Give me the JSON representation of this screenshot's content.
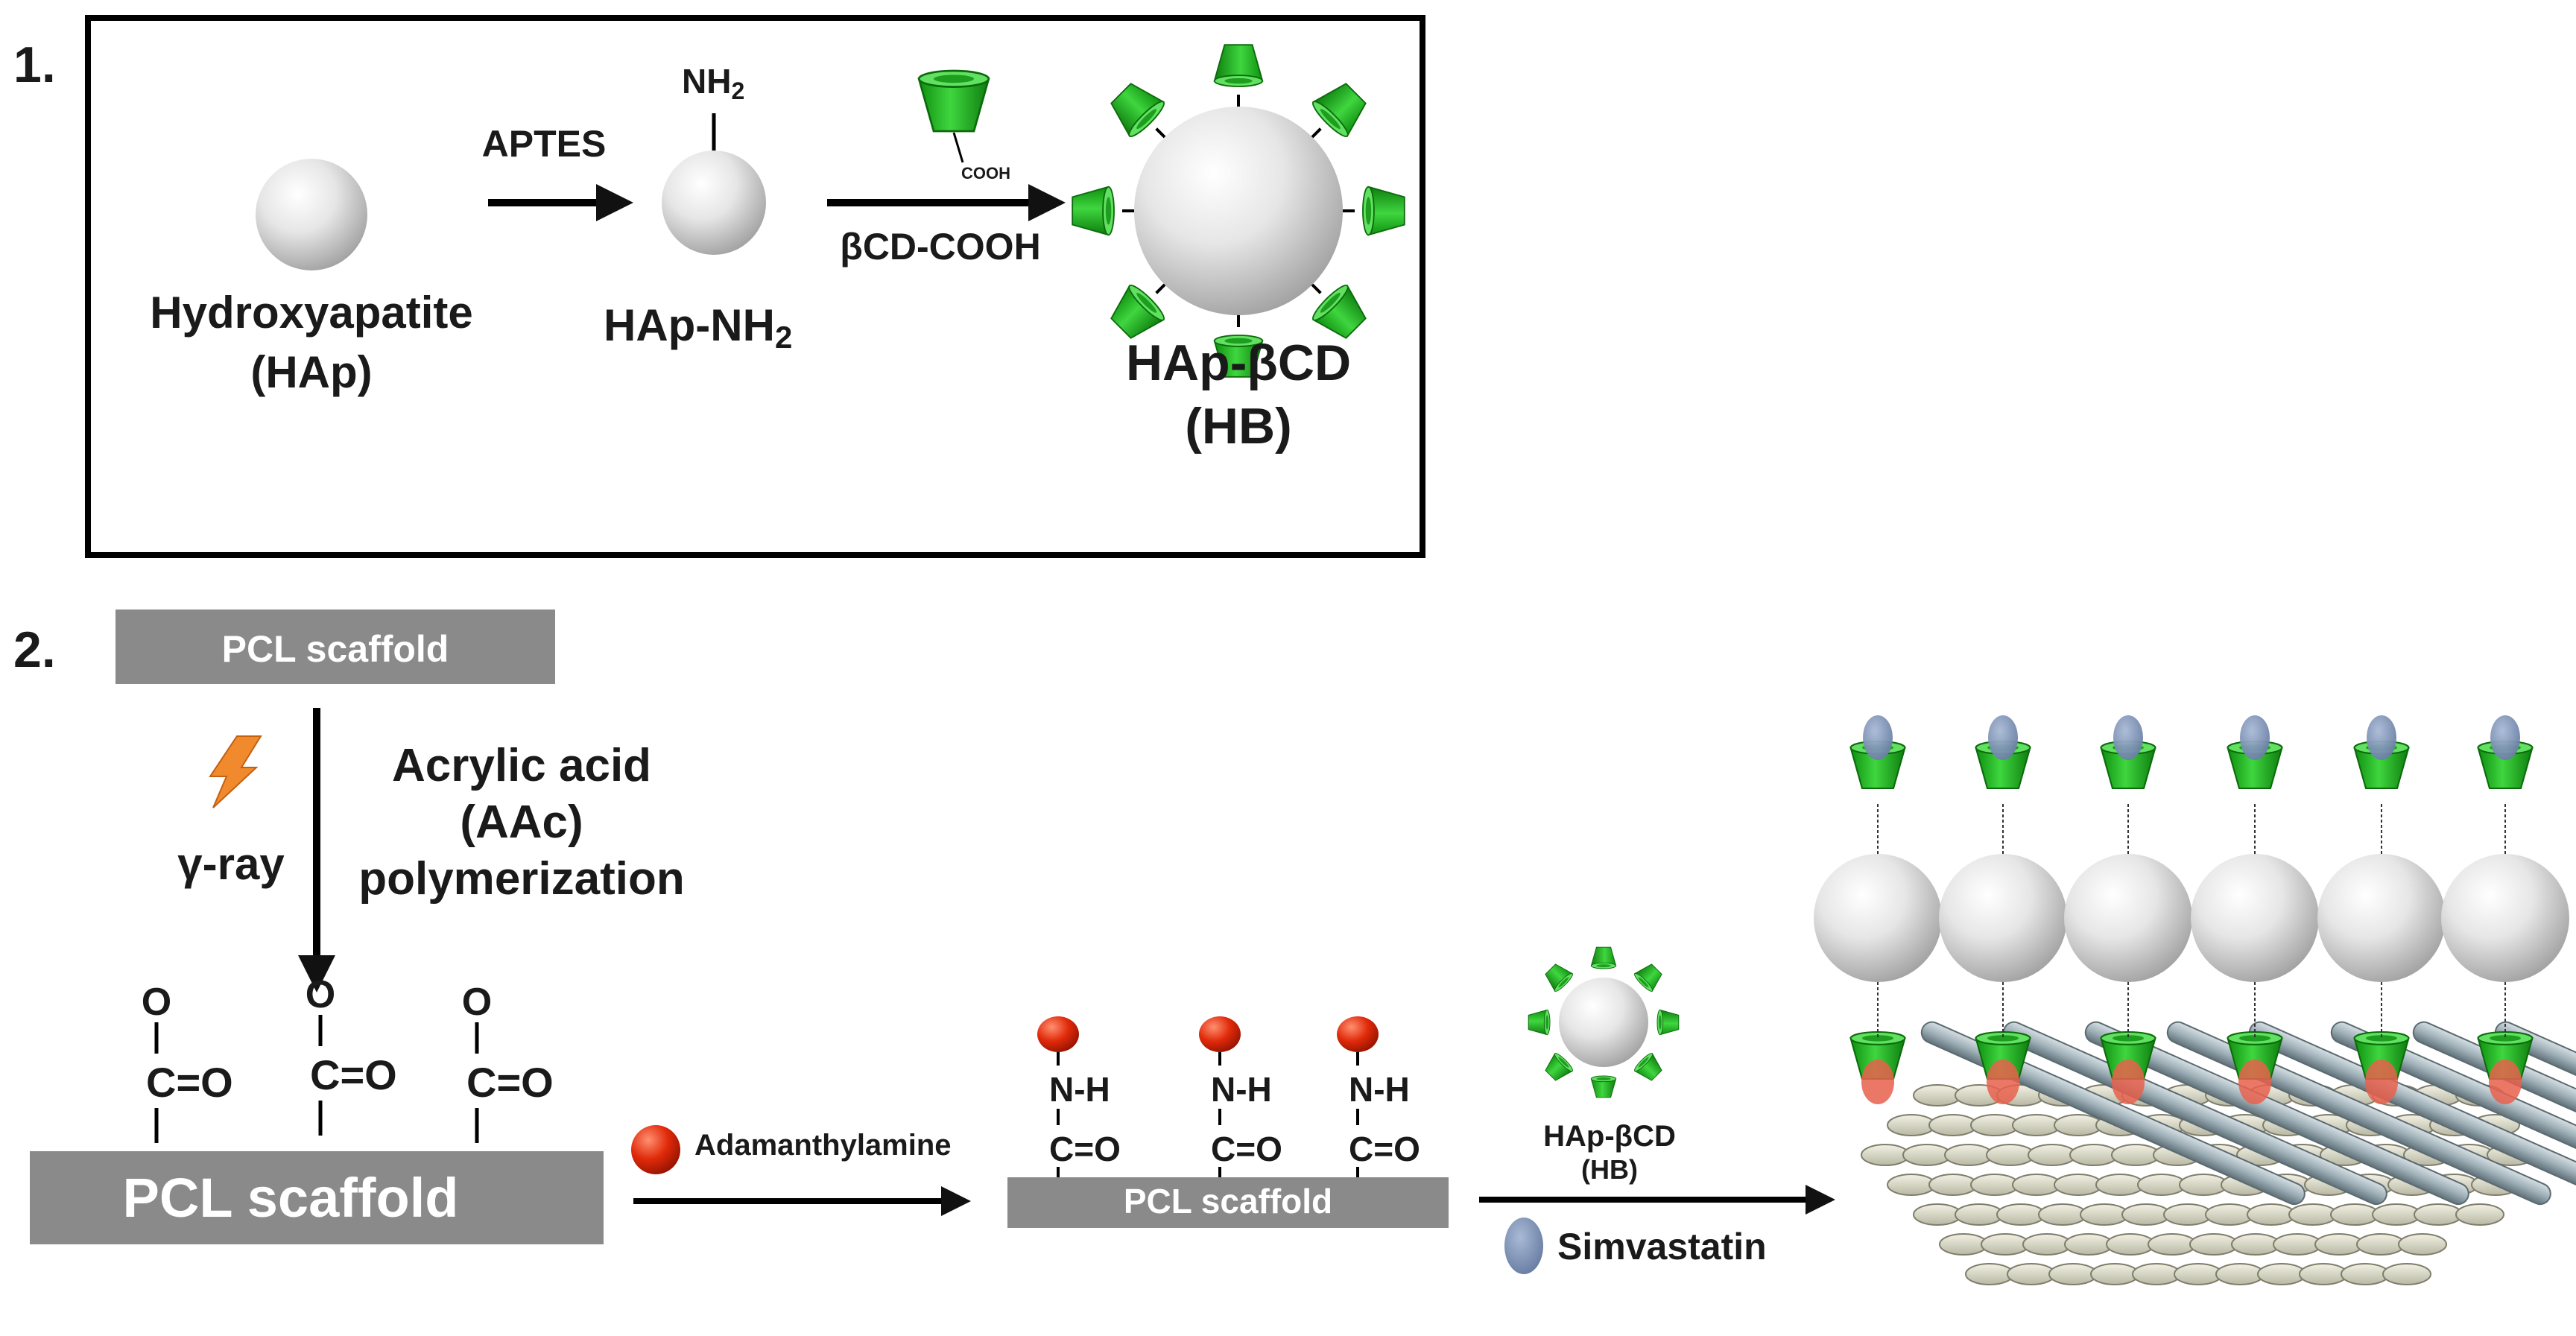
{
  "colors": {
    "cd_green": "#1aa61a",
    "cd_green_light": "#5cdc5c",
    "scaffold_gray": "#8a8a8a",
    "amine_red": "#d81e05",
    "drug_blue": "#7d93b6",
    "sphere_light": "#f4f4f4",
    "sphere_dark": "#a9a9a9"
  },
  "panel1": {
    "step": "1.",
    "hap_label_line1": "Hydroxyapatite",
    "hap_label_line2": "(HAp)",
    "aptes": "APTES",
    "nh2_top": "NH",
    "nh2_sub": "2",
    "hapnh2_main": "HAp-NH",
    "hapnh2_sub": "2",
    "cooh_small": "COOH",
    "bcd_cooh": "βCD-COOH",
    "hb_line1": "HAp-βCD",
    "hb_line2": "(HB)"
  },
  "panel2": {
    "step": "2.",
    "pcl_top": "PCL scaffold",
    "gamma": "γ-ray",
    "aac_line1": "Acrylic acid",
    "aac_line2": "(AAc)",
    "aac_line3": "polymerization",
    "o_atom": "O",
    "c_bond": "C=O",
    "pcl_large": "PCL scaffold",
    "adamanthylamine": "Adamanthylamine",
    "nh_group": "N-H",
    "co_group": "C=O",
    "pcl_mid": "PCL scaffold",
    "hb_small_line1": "HAp-βCD",
    "hb_small_line2": "(HB)",
    "simvastatin": "Simvastatin"
  }
}
